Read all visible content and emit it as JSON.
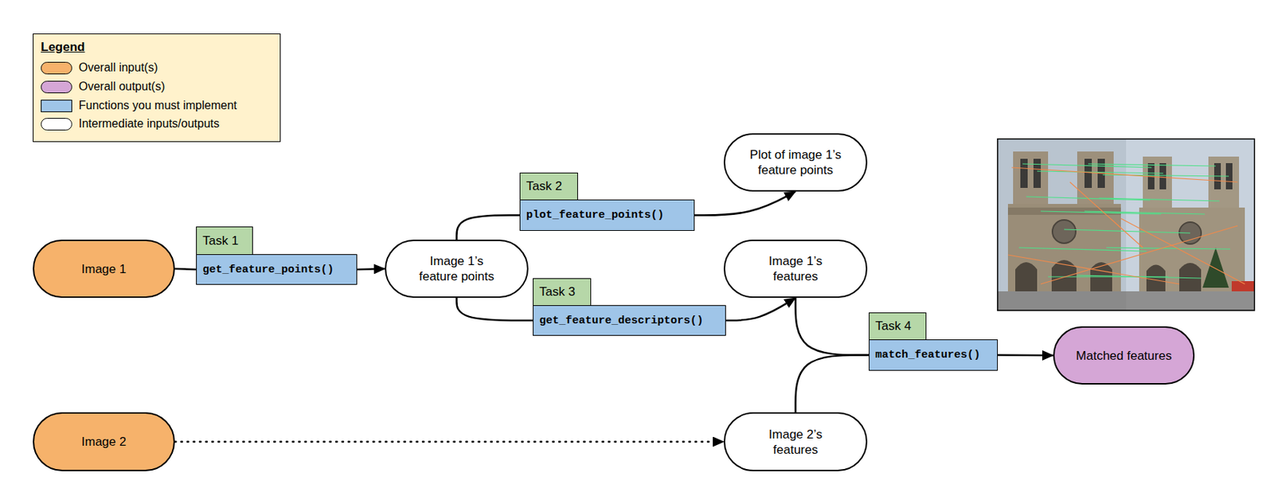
{
  "diagram": {
    "nodes": [
      {
        "text": [
          "Image 1"
        ]
      },
      {
        "text": [
          "Task 1",
          "get_feature_points()"
        ]
      },
      {
        "text": [
          "Image 1’s feature points"
        ]
      },
      {
        "text": [
          "Task 2",
          "plot_feature_points()"
        ]
      },
      {
        "text": [
          "Plot of image 1’s feature points"
        ]
      },
      {
        "text": [
          "Task 3",
          "get_feature_descriptors()"
        ]
      },
      {
        "text": [
          "Image 1’s features"
        ]
      },
      {
        "text": [
          "Task 4",
          "match_features()"
        ]
      },
      {
        "text": [
          "Matched features"
        ]
      },
      {
        "text": [
          "Image 2"
        ]
      },
      {
        "text": [
          "Image 2’s features"
        ]
      }
    ],
    "edges": [
      {
        "from": 0,
        "to": 1,
        "arrow": "none"
      },
      {
        "from": 1,
        "to": 2,
        "arrow": "to"
      },
      {
        "from": 2,
        "to": 3,
        "arrow": "none"
      },
      {
        "from": 3,
        "to": 4,
        "arrow": "to"
      },
      {
        "from": 2,
        "to": 5,
        "arrow": "none"
      },
      {
        "from": 5,
        "to": 6,
        "arrow": "to"
      },
      {
        "from": 6,
        "to": 7,
        "arrow": "none"
      },
      {
        "from": 10,
        "to": 7,
        "arrow": "none"
      },
      {
        "from": 7,
        "to": 8,
        "arrow": "to"
      },
      {
        "from": 9,
        "to": 10,
        "arrow": "to"
      }
    ],
    "labels": [
      "Legend"
    ],
    "legend": [
      {
        "text": "Overall input(s)",
        "color": "#f6b26b"
      },
      {
        "text": "Overall output(s)",
        "color": "#d5a6d6"
      },
      {
        "text": "Functions you must implement",
        "color": "#9fc5e8"
      },
      {
        "text": "Intermediate inputs/outputs",
        "color": "#ffffff"
      }
    ]
  }
}
